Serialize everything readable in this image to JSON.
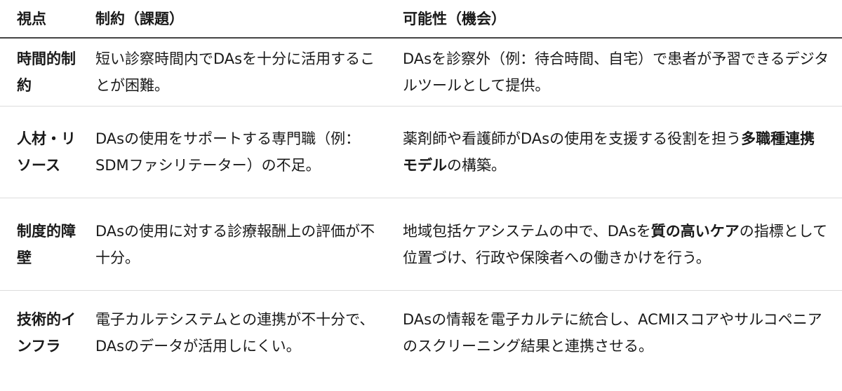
{
  "headers": {
    "viewpoint": "視点",
    "constraint": "制約（課題）",
    "possibility": "可能性（機会）"
  },
  "rows": [
    {
      "viewpoint": "時間的制約",
      "constraint": "短い診察時間内でDAsを十分に活用することが困難。",
      "possibility": {
        "text": "DAsを診察外（例：待合時間、自宅）で患者が予習できるデジタルツールとして提供。"
      }
    },
    {
      "viewpoint": "人材・リソース",
      "constraint": "DAsの使用をサポートする専門職（例：SDMファシリテーター）の不足。",
      "possibility": {
        "before": "薬剤師や看護師がDAsの使用を支援する役割を担う",
        "bold": "多職種連携モデル",
        "after": "の構築。"
      }
    },
    {
      "viewpoint": "制度的障壁",
      "constraint": "DAsの使用に対する診療報酬上の評価が不十分。",
      "possibility": {
        "before": "地域包括ケアシステムの中で、DAsを",
        "bold": "質の高いケア",
        "after": "の指標として位置づけ、行政や保険者への働きかけを行う。"
      }
    },
    {
      "viewpoint": "技術的インフラ",
      "constraint": "電子カルテシステムとの連携が不十分で、DAsのデータが活用しにくい。",
      "possibility": {
        "text": "DAsの情報を電子カルテに統合し、ACMIスコアやサルコペニアのスクリーニング結果と連携させる。"
      }
    }
  ]
}
